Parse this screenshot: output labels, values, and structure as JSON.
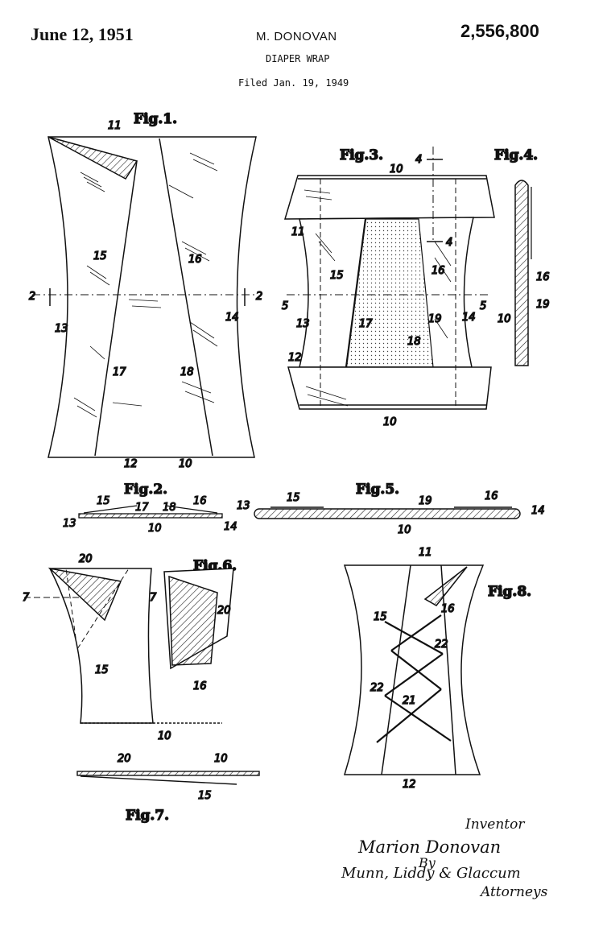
{
  "header": {
    "date": "June 12, 1951",
    "inventor": "M. DONOVAN",
    "patent_number": "2,556,800",
    "title": "DIAPER WRAP",
    "filed": "Filed Jan. 19, 1949"
  },
  "figures": {
    "fig1": "Fig.1.",
    "fig2": "Fig.2.",
    "fig3": "Fig.3.",
    "fig4": "Fig.4.",
    "fig5": "Fig.5.",
    "fig6": "Fig.6.",
    "fig7": "Fig.7.",
    "fig8": "Fig.8."
  },
  "refs": {
    "r2": "2",
    "r4": "4",
    "r5": "5",
    "r7": "7",
    "r10": "10",
    "r11": "11",
    "r12": "12",
    "r13": "13",
    "r14": "14",
    "r15": "15",
    "r16": "16",
    "r17": "17",
    "r18": "18",
    "r19": "19",
    "r20": "20",
    "r21": "21",
    "r22": "22"
  },
  "signature": {
    "label": "Inventor",
    "name": "Marion Donovan",
    "by": "By",
    "firm": "Munn, Liddy & Glaccum",
    "attorneys": "Attorneys"
  }
}
